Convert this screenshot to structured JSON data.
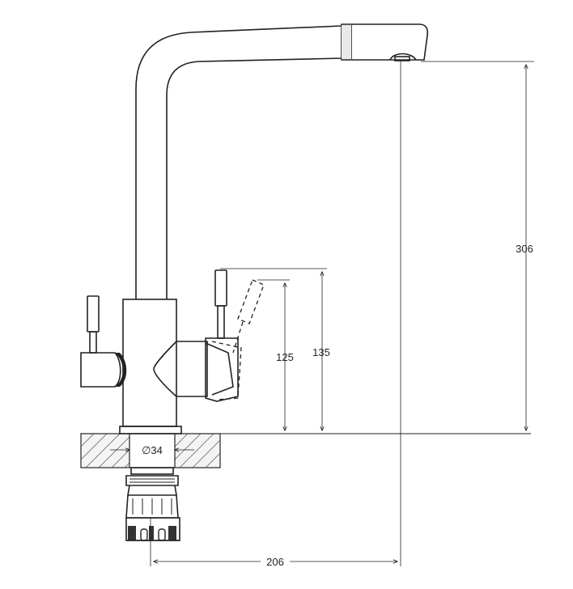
{
  "dimensions": {
    "height_total": "306",
    "height_lever_max": "135",
    "height_lever_min": "125",
    "reach": "206",
    "mount_diameter": "∅34"
  },
  "colors": {
    "line": "#222222",
    "hatch": "#555555",
    "background": "#ffffff"
  }
}
